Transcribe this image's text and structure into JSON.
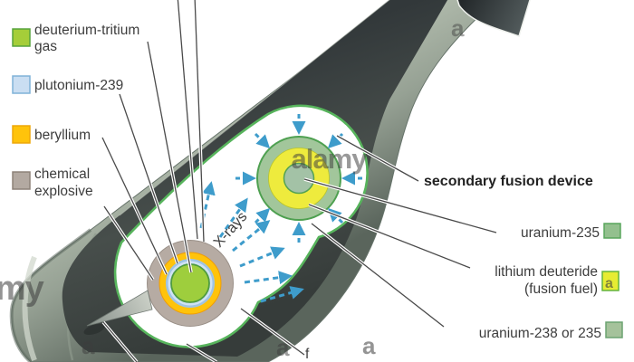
{
  "legend": {
    "items": [
      {
        "id": "dt-gas",
        "line1": "deuterium-tritium",
        "line2": "gas",
        "color": "#a5ce39",
        "border": "#57a33c"
      },
      {
        "id": "plutonium-239",
        "line1": "plutonium-239",
        "line2": "",
        "color": "#cadef2",
        "border": "#7fb2d8"
      },
      {
        "id": "beryllium",
        "line1": "beryllium",
        "line2": "",
        "color": "#ffc30b",
        "border": "#eda70a"
      },
      {
        "id": "chemical-explosive",
        "line1": "chemical",
        "line2": "explosive",
        "color": "#b3a9a1",
        "border": "#8d8279"
      }
    ]
  },
  "callouts": {
    "secondary_device": "secondary fusion device",
    "uranium235": {
      "label": "uranium-235",
      "color": "#93c08e",
      "border": "#58a65c"
    },
    "lithium_line1": "lithium deuteride",
    "lithium_line2": "(fusion fuel)",
    "lithium_color": "#e6ec33",
    "lithium_border": "#62b33e",
    "uranium238": {
      "label": "uranium-238 or 235",
      "color": "#a5c29b",
      "border": "#6ba371"
    },
    "xrays": "X-rays",
    "bottom_fragment": "f"
  },
  "diagram": {
    "primary_rings": {
      "chemical_explosive": "#b6aba3",
      "beryllium": "#ffc30b",
      "plutonium": "#c6dcf2",
      "dt_gas": "#9ece3d"
    },
    "secondary_rings": {
      "tamper": "#a2c69b",
      "lithium_deuteride": "#eeeb3d",
      "uranium235_core": "#a3c2a6"
    },
    "arrow_color": "#3e9ccb",
    "chamber_lining": "#57b45c",
    "hull_color": "#a8b3a5",
    "interior_color": "#3d4341"
  },
  "watermark": {
    "brand": "alamy",
    "fragment": "alamy",
    "letter": "a"
  }
}
